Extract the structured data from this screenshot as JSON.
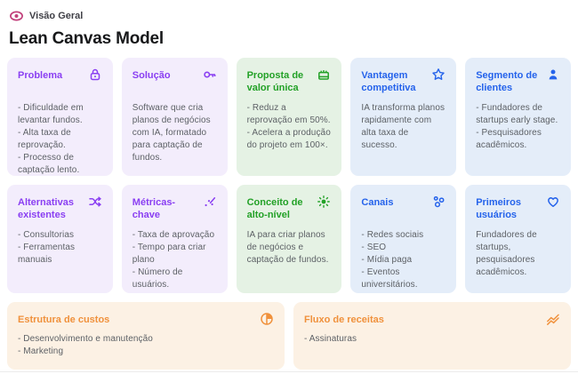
{
  "header": {
    "overview_label": "Visão Geral",
    "page_title": "Lean Canvas Model"
  },
  "colors": {
    "purple_accent": "#8a3ff2",
    "purple_bg": "#f3edfc",
    "green_accent": "#23a127",
    "green_bg": "#e5f2e4",
    "blue_accent": "#2563eb",
    "blue_bg": "#e4edf9",
    "orange_accent": "#f0913c",
    "orange_bg": "#fcf1e4",
    "overview_icon": "#c2417c",
    "body_text": "#5d6166"
  },
  "cards": [
    {
      "title": "Problema",
      "icon": "lock-icon",
      "theme": "purple",
      "body": "- Dificuldade em levantar fundos.\n- Alta taxa de reprovação.\n- Processo de captação lento."
    },
    {
      "title": "Solução",
      "icon": "key-icon",
      "theme": "purple",
      "body": "Software que cria planos de negócios com IA, formatado para captação de fundos."
    },
    {
      "title": "Proposta de valor única",
      "icon": "gift-icon",
      "theme": "green",
      "body": "- Reduz a reprovação em 50%.\n- Acelera a produção do projeto em 100×."
    },
    {
      "title": "Vantagem competitiva",
      "icon": "star-icon",
      "theme": "blue",
      "body": "IA transforma planos rapidamente com alta taxa de sucesso."
    },
    {
      "title": "Segmento de clientes",
      "icon": "person-icon",
      "theme": "blue",
      "body": "- Fundadores de startups early stage.\n- Pesquisadores acadêmicos."
    },
    {
      "title": "Alternativas existentes",
      "icon": "shuffle-icon",
      "theme": "purple",
      "body": "- Consultorias\n- Ferramentas manuais"
    },
    {
      "title": "Métricas-chave",
      "icon": "trend-chart-icon",
      "theme": "purple",
      "body": "- Taxa de aprovação\n- Tempo para criar plano\n- Número de usuários."
    },
    {
      "title": "Conceito de alto-nível",
      "icon": "sun-icon",
      "theme": "green",
      "body": "IA para criar planos de negócios e captação de fundos."
    },
    {
      "title": "Canais",
      "icon": "bubbles-icon",
      "theme": "blue",
      "body": "- Redes sociais\n- SEO\n- Mídia paga\n- Eventos universitários."
    },
    {
      "title": "Primeiros usuários",
      "icon": "heart-icon",
      "theme": "blue",
      "body": "Fundadores de startups, pesquisadores acadêmicos."
    },
    {
      "title": "Estrutura de custos",
      "icon": "pie-chart-icon",
      "theme": "orange",
      "body": "- Desenvolvimento e manutenção\n- Marketing"
    },
    {
      "title": "Fluxo de receitas",
      "icon": "revenue-trend-icon",
      "theme": "orange",
      "body": "- Assinaturas"
    }
  ]
}
